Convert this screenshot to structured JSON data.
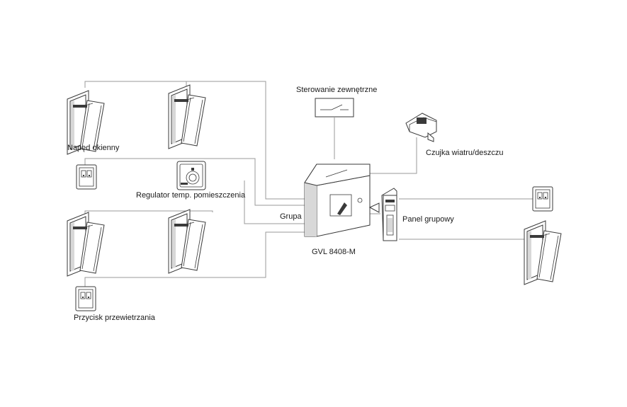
{
  "labels": {
    "window_drive": "Napęd okienny",
    "room_regulator": "Regulator temp. pomieszczenia",
    "group": "Grupa",
    "controller": "GVL 8408-M",
    "external_control": "Sterowanie zewnętrzne",
    "wind_rain_sensor": "Czujka wiatru/deszczu",
    "group_panel": "Panel grupowy",
    "vent_button": "Przycisk przewietrzania"
  },
  "colors": {
    "wire": "#9a9a9a",
    "device_stroke": "#3a3a3a",
    "text": "#1a1a1a"
  }
}
